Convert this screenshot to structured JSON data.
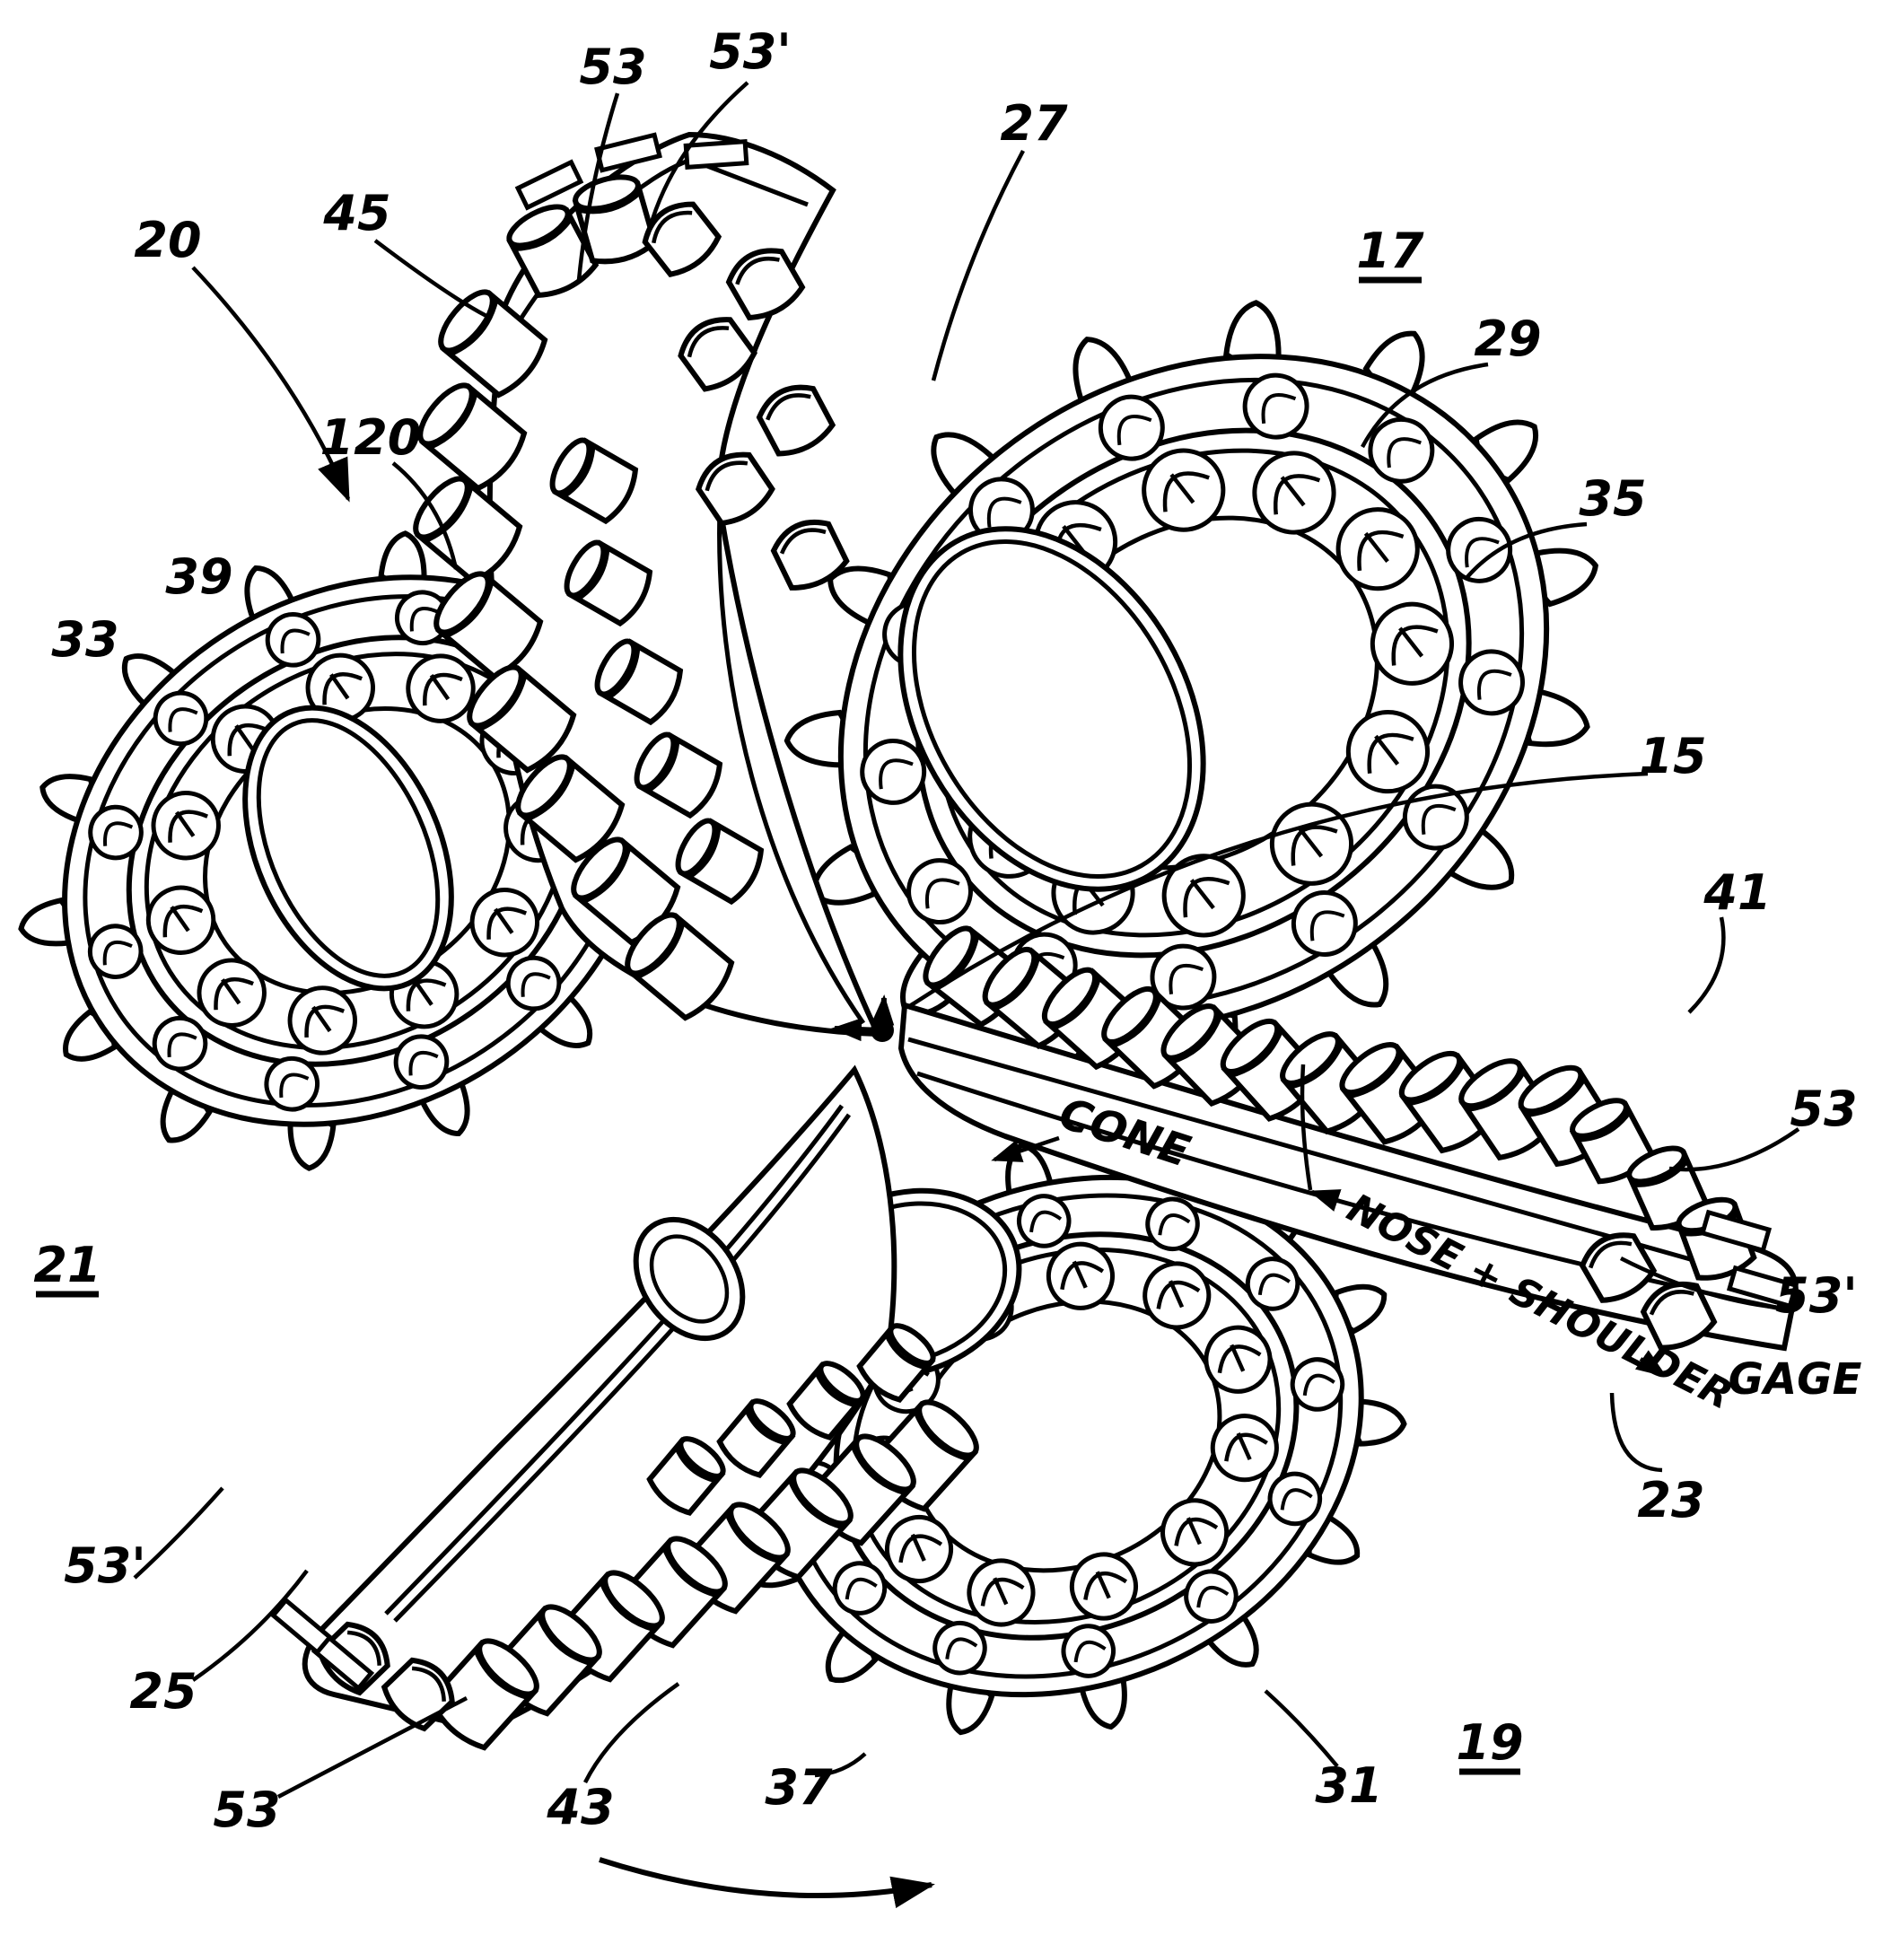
{
  "figure": {
    "title": "Hybrid earth-boring drill bit - perspective patent drawing",
    "colors": {
      "ink": "#000000",
      "paper": "#ffffff"
    },
    "icons": {
      "rotation_arrow": "curved-arrow-right",
      "bit_axis_marker": "axis-origin-arrows",
      "nose_pointer": "left-arrow",
      "gage_pointer": "down-right-arrow",
      "cone_pointer": "left-arrow",
      "ref20_pointer": "down-right-arrow"
    },
    "labels": {
      "ref_53_top": "53",
      "ref_53p_top": "53'",
      "ref_27": "27",
      "ref_20": "20",
      "ref_45": "45",
      "ref_120": "120",
      "ref_17": "17",
      "ref_29": "29",
      "ref_35": "35",
      "ref_39": "39",
      "ref_33": "33",
      "ref_15": "15",
      "ref_41": "41",
      "ref_53_right": "53",
      "ref_53p_right": "53'",
      "zone_gage": "GAGE",
      "zone_cone": "CONE",
      "zone_nose_shoulder": "NOSE + SHOULDER",
      "ref_23": "23",
      "ref_21": "21",
      "ref_53p_bottom_left": "53'",
      "ref_25": "25",
      "ref_53_bottom": "53",
      "ref_43": "43",
      "ref_37": "37",
      "ref_31": "31",
      "ref_19": "19"
    },
    "underlined_refs": [
      "17",
      "21",
      "19"
    ]
  }
}
